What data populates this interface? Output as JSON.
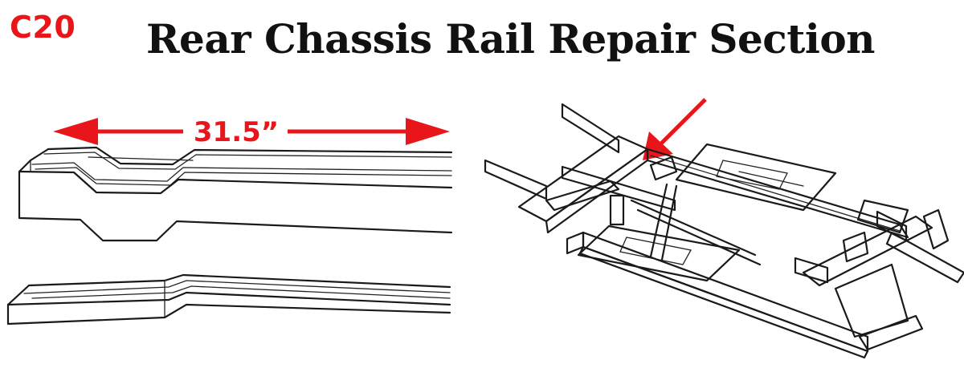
{
  "part_code": "C20",
  "title": "Rear Chassis Rail Repair Section",
  "dimension_label": "31.5”",
  "colors": {
    "accent_red": "#e8161b",
    "ink": "#1a1a1a"
  }
}
